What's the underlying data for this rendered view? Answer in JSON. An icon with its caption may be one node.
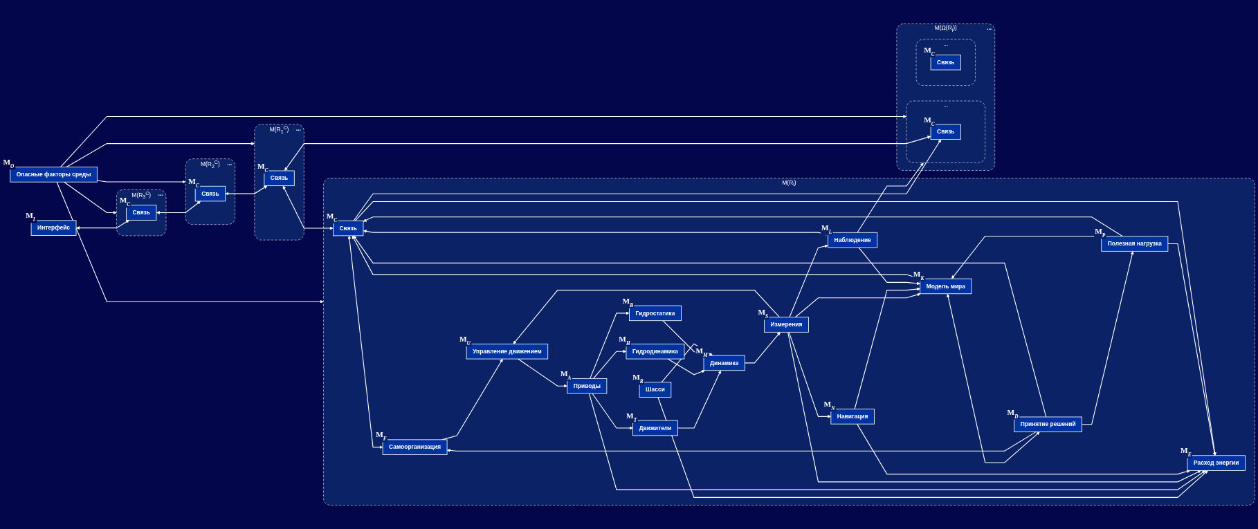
{
  "diagram": {
    "nodes": [
      {
        "text": [
          "M(R$_{i}$)"
        ]
      },
      {
        "text": [
          "Управление движением"
        ],
        "beside": [
          "M$_{U}$"
        ],
        "in": 0
      },
      {
        "text": [
          "Самоорганизация"
        ],
        "beside": [
          "M$_{F}$"
        ],
        "in": 0
      },
      {
        "text": [
          "Движители"
        ],
        "beside": [
          "M$_{T}$"
        ],
        "in": 0
      },
      {
        "text": [
          "Наблюдение"
        ],
        "beside": [
          "M$_{L}$"
        ],
        "in": 0
      },
      {
        "text": [
          "Приводы"
        ],
        "beside": [
          "M$_{A}$"
        ],
        "in": 0
      },
      {
        "text": [
          "Гидродинамика"
        ],
        "beside": [
          "M$_{H}$"
        ],
        "in": 0
      },
      {
        "text": [
          "Динамика"
        ],
        "beside": [
          "M$_{M}$"
        ],
        "in": 0
      },
      {
        "text": [
          "Измерения"
        ],
        "beside": [
          "M$_{S}$"
        ],
        "in": 0
      },
      {
        "text": [
          "Модель мира"
        ],
        "beside": [
          "M$_{K}$"
        ],
        "in": 0
      },
      {
        "text": [
          "Принятие решений"
        ],
        "beside": [
          "M$_{D}$"
        ],
        "in": 0
      },
      {
        "text": [
          "Гидростатика"
        ],
        "beside": [
          "M$_{B}$"
        ],
        "in": 0
      },
      {
        "text": [
          "Связь"
        ],
        "beside": [
          "M$_{C}$"
        ],
        "in": 0
      },
      {
        "text": [
          "Навигация"
        ],
        "beside": [
          "M$_{N}$"
        ],
        "in": 0
      },
      {
        "text": [
          "Шасси"
        ],
        "beside": [
          "M$_{R}$"
        ],
        "in": 0
      },
      {
        "text": [
          "Расход энергии"
        ],
        "beside": [
          "M$_{E}$"
        ],
        "in": 0
      },
      {
        "text": [
          "Полезная нагрузка"
        ],
        "beside": [
          "M$_{P}$"
        ],
        "in": 0
      },
      {
        "text": [
          "Интерфейс"
        ],
        "beside": [
          "M$_{I}$"
        ]
      },
      {
        "text": [
          "M(R$_{3}$$^{C}$)",
          "..."
        ]
      },
      {
        "text": [
          "Связь"
        ],
        "beside": [
          "M$_{C}$"
        ],
        "in": 18
      },
      {
        "text": [
          "M(R$_{2}$$^{C}$)",
          "..."
        ]
      },
      {
        "text": [
          "Связь"
        ],
        "beside": [
          "M$_{C}$"
        ],
        "in": 20
      },
      {
        "text": [
          "Опасные факторы среды"
        ],
        "beside": [
          "M$_{O}$"
        ]
      },
      {
        "text": [
          "M(R$_{1}$$^{C}$)",
          "..."
        ]
      },
      {
        "text": [
          "Связь"
        ],
        "beside": [
          "M$_{C}$"
        ],
        "in": 23
      },
      {
        "text": [
          "M(Ω(R$_{i}$))",
          "..."
        ]
      },
      {
        "text": [
          "..."
        ],
        "in": 25
      },
      {
        "text": [
          "Связь"
        ],
        "beside": [
          "M$_{C}$"
        ],
        "in": 26
      },
      {
        "text": [
          "..."
        ],
        "in": 25
      },
      {
        "text": [
          "Связь"
        ],
        "beside": [
          "M$_{C}$"
        ],
        "in": 28
      }
    ],
    "edges": [
      {
        "from": 1,
        "to": 5,
        "arrow": "to"
      },
      {
        "from": 2,
        "to": 1,
        "arrow": "to"
      },
      {
        "from": 5,
        "to": 3,
        "arrow": "to"
      },
      {
        "from": 3,
        "to": 7,
        "arrow": "to"
      },
      {
        "from": 5,
        "to": 6,
        "arrow": "to"
      },
      {
        "from": 6,
        "to": 7,
        "arrow": "to"
      },
      {
        "from": 7,
        "to": 8,
        "arrow": "to"
      },
      {
        "from": 5,
        "to": 11,
        "arrow": "to"
      },
      {
        "from": 11,
        "to": 7,
        "arrow": "to"
      },
      {
        "from": 14,
        "to": 7,
        "arrow": "to"
      },
      {
        "from": 14,
        "to": 15,
        "arrow": "to"
      },
      {
        "from": 5,
        "to": 15,
        "arrow": "to"
      },
      {
        "from": 8,
        "to": 1,
        "arrow": "to"
      },
      {
        "from": 8,
        "to": 4,
        "arrow": "to"
      },
      {
        "from": 8,
        "to": 9,
        "arrow": "to"
      },
      {
        "from": 8,
        "to": 13,
        "arrow": "to"
      },
      {
        "from": 8,
        "to": 15,
        "arrow": "to"
      },
      {
        "from": 13,
        "to": 9,
        "arrow": "to"
      },
      {
        "from": 13,
        "to": 15,
        "arrow": "to"
      },
      {
        "from": 4,
        "to": 9,
        "arrow": "to"
      },
      {
        "from": 9,
        "to": 10,
        "arrow": "both"
      },
      {
        "from": 9,
        "to": 12,
        "arrow": "to"
      },
      {
        "from": 16,
        "to": 9,
        "arrow": "to"
      },
      {
        "from": 10,
        "to": 2,
        "arrow": "to"
      },
      {
        "from": 10,
        "to": 12,
        "arrow": "to"
      },
      {
        "from": 10,
        "to": 16,
        "arrow": "to"
      },
      {
        "from": 16,
        "to": 15,
        "arrow": "to"
      },
      {
        "from": 16,
        "to": 12,
        "arrow": "to"
      },
      {
        "from": 12,
        "to": 15,
        "arrow": "to"
      },
      {
        "from": 12,
        "to": 2,
        "arrow": "both"
      },
      {
        "from": 12,
        "to": 4,
        "arrow": "both"
      },
      {
        "from": 4,
        "to": 26,
        "arrow": "to"
      },
      {
        "from": 12,
        "to": 27,
        "arrow": "to"
      },
      {
        "from": 24,
        "to": 12,
        "arrow": "both"
      },
      {
        "from": 22,
        "to": 0,
        "arrow": "to"
      },
      {
        "from": 22,
        "to": 18,
        "arrow": "to"
      },
      {
        "from": 22,
        "to": 20,
        "arrow": "to"
      },
      {
        "from": 22,
        "to": 23,
        "arrow": "to"
      },
      {
        "from": 22,
        "to": 26,
        "arrow": "to"
      },
      {
        "from": 17,
        "to": 19,
        "arrow": "both"
      },
      {
        "from": 19,
        "to": 21,
        "arrow": "both"
      },
      {
        "from": 21,
        "to": 24,
        "arrow": "both"
      },
      {
        "from": 24,
        "to": 27,
        "arrow": "both"
      }
    ]
  }
}
